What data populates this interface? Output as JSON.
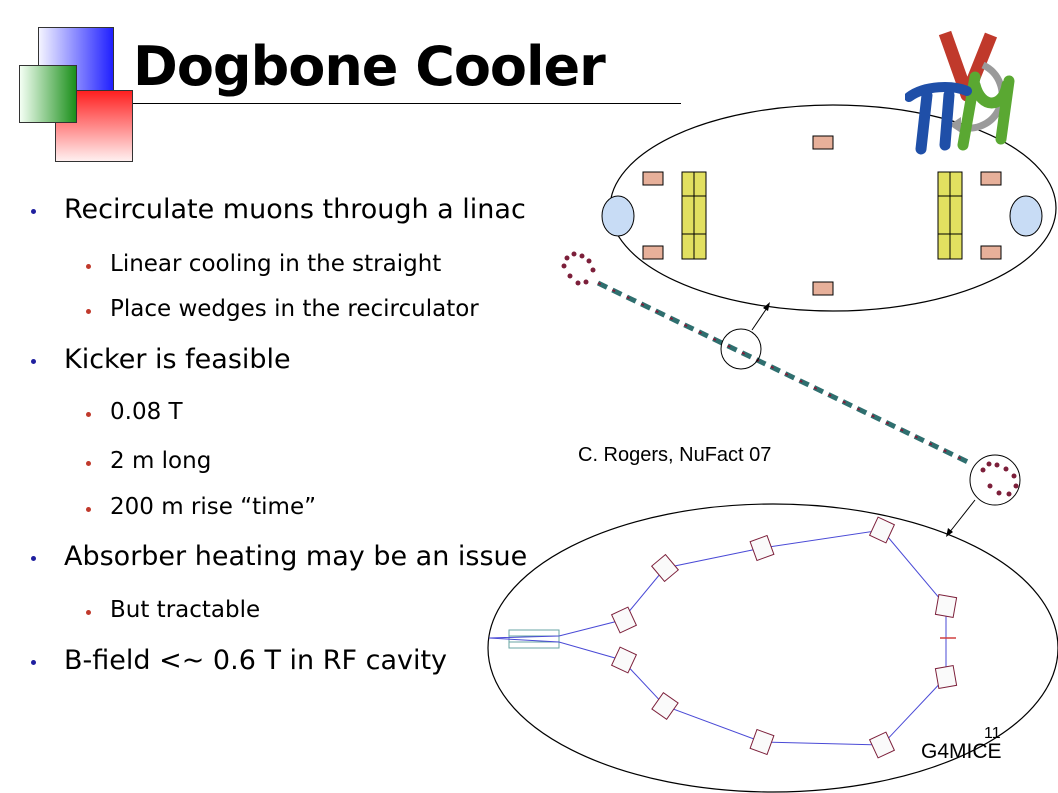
{
  "slide": {
    "title": "Dogbone Cooler",
    "page_number": "11"
  },
  "bullets": [
    {
      "text": "Recirculate muons through a linac",
      "sub": [
        "Linear cooling in the straight",
        "Place wedges in the recirculator"
      ]
    },
    {
      "text": "Kicker is feasible",
      "sub": [
        "0.08 T",
        "2 m long",
        "200 m rise “time”"
      ]
    },
    {
      "text": "Absorber heating may be an issue",
      "sub": [
        "But tractable"
      ]
    },
    {
      "text": "B-field <~ 0.6 T in RF cavity",
      "sub": []
    }
  ],
  "figure": {
    "credit": "C. Rogers, NuFact 07",
    "software_label": "G4MICE"
  },
  "logo": {
    "name": "nu-mu-pi-logo"
  },
  "colors": {
    "bullet_primary": "#1f1f9f",
    "bullet_secondary": "#c0392b",
    "lattice_blue": "#4a4ad6",
    "magnet_pink": "#e7b09a",
    "cavity_yellow": "#e2e060",
    "absorber_blue": "#c8dcf5",
    "logo_red": "#c0392b",
    "logo_green": "#5aa832",
    "logo_blue": "#1f4fa8"
  }
}
